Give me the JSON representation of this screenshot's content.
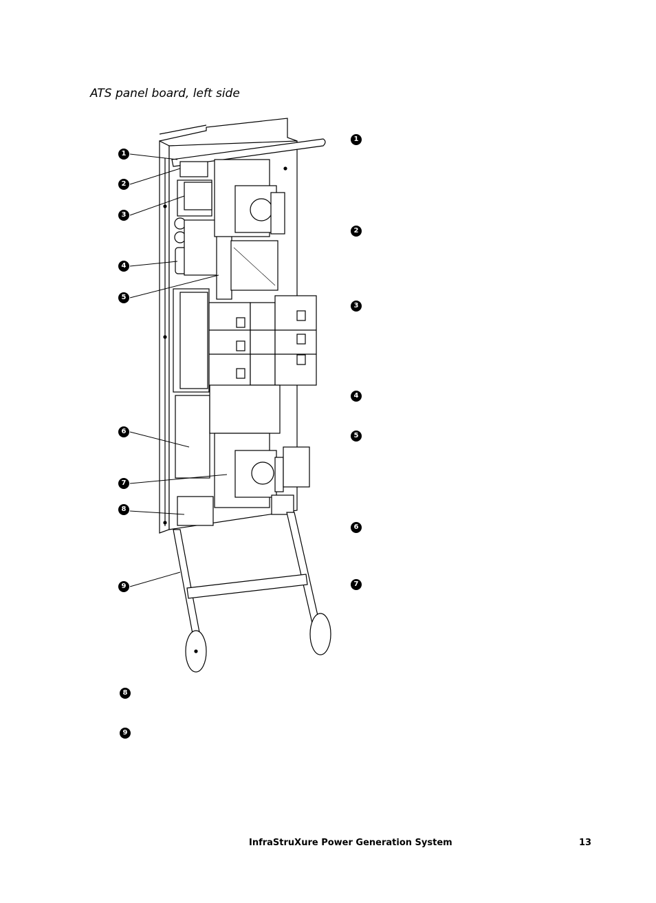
{
  "section_title": "ATS panel board, left side",
  "callouts_left": [
    "1",
    "2",
    "3",
    "4",
    "5",
    "6",
    "7",
    "8",
    "9"
  ],
  "callouts_right": [
    "1",
    "2",
    "3",
    "4",
    "5",
    "6",
    "7"
  ],
  "callouts_bottom": [
    "8",
    "9"
  ],
  "footer": {
    "title": "InfraStruXure Power Generation System",
    "page": "13"
  }
}
